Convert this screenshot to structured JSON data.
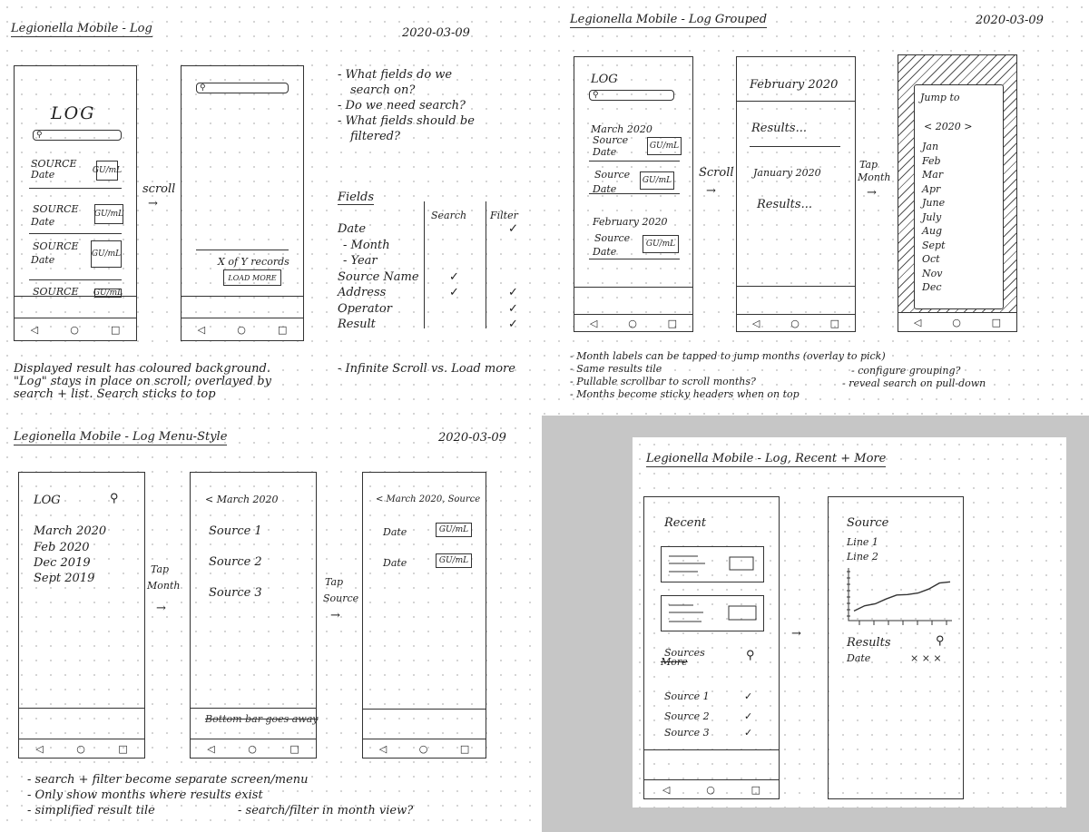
{
  "panel_log": {
    "title": "Legionella Mobile - Log",
    "date": "2020-03-09",
    "screen1": {
      "heading": "LOG",
      "rows": [
        {
          "source": "SOURCE",
          "date": "Date",
          "badge": "GU/mL"
        },
        {
          "source": "SOURCE",
          "date": "Date",
          "badge": "GU/mL"
        },
        {
          "source": "SOURCE",
          "date": "Date",
          "badge": "GU/mL"
        },
        {
          "source": "SOURCE",
          "badge": "GU/mL"
        }
      ]
    },
    "arrow_label": "scroll",
    "screen2": {
      "records": "X of Y records",
      "load_more": "LOAD MORE"
    },
    "questions": [
      "- What fields do we",
      "search on?",
      "- Do we need search?",
      "- What fields should be",
      "filtered?"
    ],
    "fields_table": {
      "heading": "Fields",
      "columns": [
        "Search",
        "Filter"
      ],
      "rows": [
        {
          "field": "Date",
          "search": false,
          "filter": true
        },
        {
          "field": "- Month",
          "search": false,
          "filter": false
        },
        {
          "field": "- Year",
          "search": false,
          "filter": false
        },
        {
          "field": "Source Name",
          "search": true,
          "filter": false
        },
        {
          "field": "Address",
          "search": true,
          "filter": true
        },
        {
          "field": "Operator",
          "search": false,
          "filter": true
        },
        {
          "field": "Result",
          "search": false,
          "filter": true
        }
      ],
      "check": "✓"
    },
    "notes": [
      "Displayed result has coloured background.",
      "\"Log\" stays in place on scroll; overlayed by",
      "search + list. Search sticks to top"
    ],
    "side_note": "- Infinite Scroll vs. Load more"
  },
  "panel_grouped": {
    "title": "Legionella Mobile - Log Grouped",
    "date": "2020-03-09",
    "screen1": {
      "heading": "LOG",
      "month1": "March 2020",
      "month2": "February 2020",
      "rows": [
        {
          "source": "Source",
          "date": "Date",
          "badge": "GU/mL"
        },
        {
          "source": "Source",
          "date": "Date",
          "badge": "GU/mL"
        },
        {
          "source": "Source",
          "date": "Date",
          "badge": "GU/mL"
        }
      ]
    },
    "arrow1": "Scroll",
    "screen2": {
      "header": "February 2020",
      "results1": "Results...",
      "month": "January 2020",
      "results2": "Results..."
    },
    "arrow2": [
      "Tap",
      "Month"
    ],
    "screen3": {
      "overlay_title": "Jump to",
      "year": "< 2020 >",
      "months": [
        "Jan",
        "Feb",
        "Mar",
        "Apr",
        "June",
        "July",
        "Aug",
        "Sept",
        "Oct",
        "Nov",
        "Dec"
      ]
    },
    "notes": [
      "- Month labels can be tapped to jump months (overlay to pick)",
      "- Same results tile",
      "- Pullable scrollbar to scroll months?",
      "- Months become sticky headers when on top"
    ],
    "notes_right": [
      "- configure grouping?",
      "- reveal search on pull-down"
    ]
  },
  "panel_menu": {
    "title": "Legionella Mobile - Log Menu-Style",
    "date": "2020-03-09",
    "screen1": {
      "heading": "LOG",
      "months": [
        "March 2020",
        "Feb 2020",
        "Dec 2019",
        "Sept 2019"
      ]
    },
    "arrow1": [
      "Tap",
      "Month"
    ],
    "screen2": {
      "back": "< March 2020",
      "sources": [
        "Source 1",
        "Source 2",
        "Source 3"
      ],
      "struck_note": "Bottom bar goes away"
    },
    "arrow2": [
      "Tap",
      "Source"
    ],
    "screen3": {
      "back": "< March 2020, Source",
      "rows": [
        {
          "date": "Date",
          "badge": "GU/mL"
        },
        {
          "date": "Date",
          "badge": "GU/mL"
        }
      ]
    },
    "notes": [
      "- search + filter become separate screen/menu",
      "- Only show months where results exist",
      "- simplified result tile"
    ],
    "note_right": "- search/filter in month view?"
  },
  "panel_recent": {
    "title": "Legionella Mobile - Log, Recent + More",
    "screen1": {
      "heading": "Recent",
      "sources_heading": "Sources",
      "more_label": "More",
      "sources": [
        "Source 1",
        "Source 2",
        "Source 3"
      ]
    },
    "screen2": {
      "heading": "Source",
      "lines": [
        "Line 1",
        "Line 2"
      ],
      "results": "Results",
      "date": "Date",
      "marks": "× × ×"
    },
    "chart_trend": [
      0.15,
      0.28,
      0.33,
      0.45,
      0.55,
      0.56,
      0.6,
      0.7,
      0.85,
      0.88
    ]
  },
  "nav_icons": {
    "back": "◁",
    "home": "○",
    "recent": "□"
  },
  "search_glyph": "⚲"
}
